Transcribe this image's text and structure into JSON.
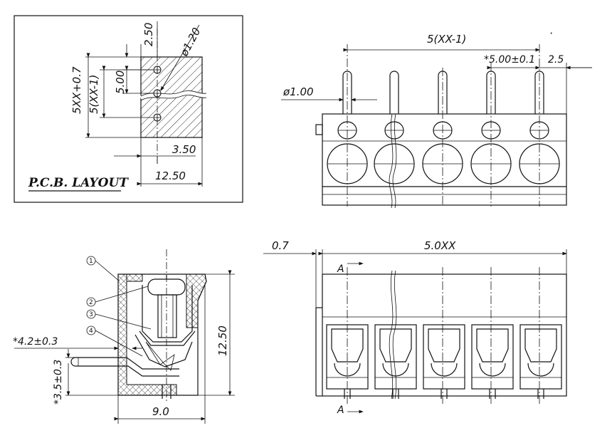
{
  "pcb_layout": {
    "title": "P.C.B. LAYOUT",
    "dim_top": "2.50",
    "dim_hole": "ø1.20",
    "dim_width": "5XX+0.7",
    "dim_pitch": "5(XX-1)",
    "dim_500": "5.00",
    "dim_350": "3.50",
    "dim_1250": "12.50"
  },
  "top_view": {
    "dim_overall": "5(XX-1)",
    "dim_pitch": "*5.00±0.1",
    "dim_edge": "2.5",
    "dim_pin": "ø1.00"
  },
  "side_view": {
    "callouts": [
      "1",
      "2",
      "3",
      "4"
    ],
    "dim_42": "*4.2±0.3",
    "dim_35": "*3.5±0.3",
    "dim_height": "12.50",
    "dim_width": "9.0"
  },
  "front_view": {
    "dim_offset": "0.7",
    "dim_overall": "5.0XX",
    "section_label_top": "A",
    "section_label_bottom": "A"
  }
}
